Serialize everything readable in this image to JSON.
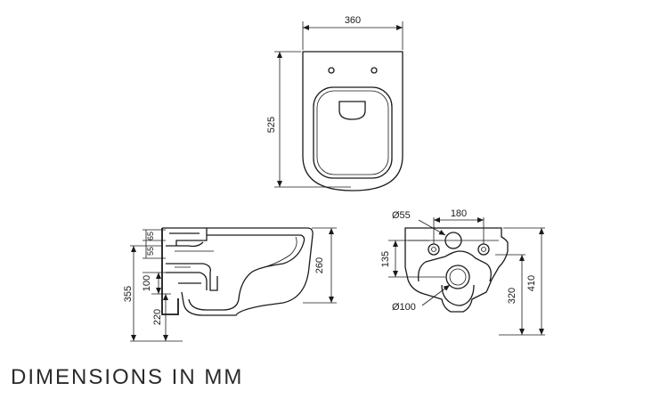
{
  "caption": "DIMENSIONS IN MM",
  "top_view": {
    "width": "360",
    "depth": "525"
  },
  "side_view": {
    "d65": "65",
    "d55": "55",
    "d100": "100",
    "d220": "220",
    "d355": "355",
    "d260": "260"
  },
  "front_view": {
    "hole_diameter": "Ø55",
    "hole_spacing": "180",
    "height_135": "135",
    "outlet_diameter": "Ø100",
    "height_320": "320",
    "height_410": "410"
  }
}
